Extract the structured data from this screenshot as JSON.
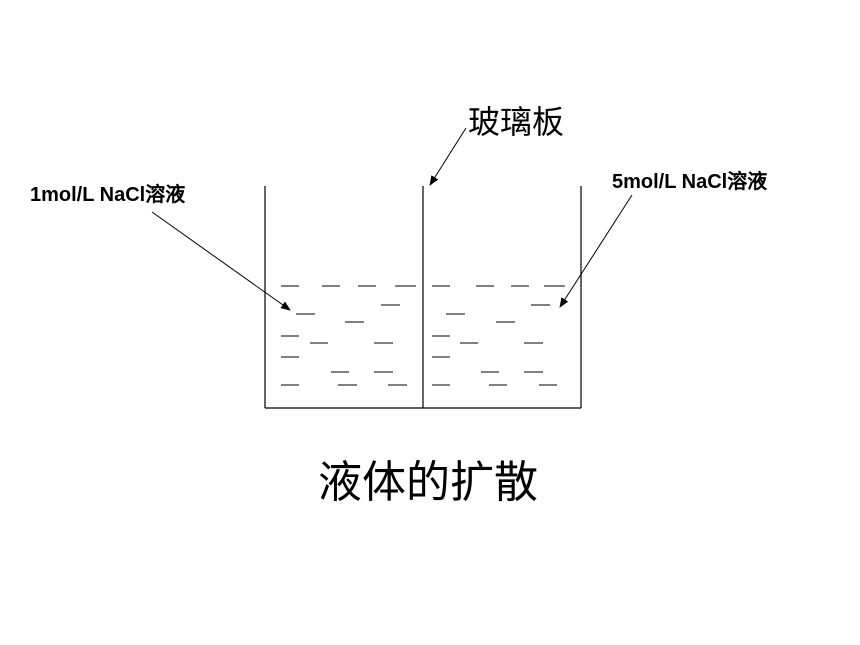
{
  "labels": {
    "left_solution": "1mol/L NaCl溶液",
    "right_solution": "5mol/L NaCl溶液",
    "glass_plate": "玻璃板"
  },
  "caption": "液体的扩散",
  "colors": {
    "line": "#000000",
    "background": "#ffffff"
  }
}
